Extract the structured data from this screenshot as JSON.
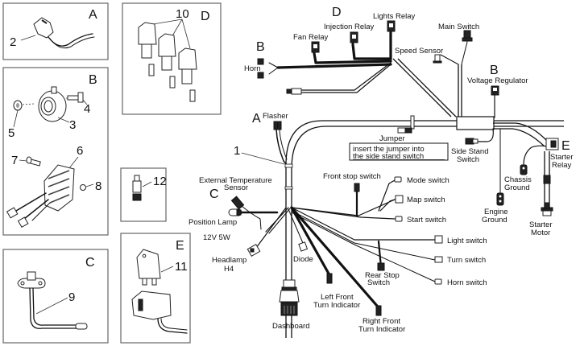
{
  "diagram": {
    "title": "Electrical wiring harness exploded view",
    "panels": [
      {
        "letter": "A",
        "callouts": [
          "2"
        ]
      },
      {
        "letter": "B",
        "callouts": [
          "3",
          "4",
          "5",
          "6",
          "7",
          "8"
        ]
      },
      {
        "letter": "C",
        "callouts": [
          "9"
        ]
      },
      {
        "letter": "D",
        "callouts": [
          "10"
        ]
      },
      {
        "letter": "",
        "callouts": [
          "12"
        ]
      },
      {
        "letter": "E",
        "callouts": [
          "11"
        ]
      }
    ],
    "harness_callout": "1",
    "group_letters": {
      "horn_group": "B",
      "relay_group": "D",
      "voltage_regulator_group": "B",
      "flasher_group": "A",
      "temp_sensor_group": "C",
      "starter_relay_group": "E"
    },
    "labels": {
      "horn": "Horn",
      "fan_relay": "Fan Relay",
      "injection_relay": "Injection Relay",
      "lights_relay": "Lights Relay",
      "main_switch": "Main Switch",
      "speed_sensor": "Speed Sensor",
      "voltage_regulator": "Voltage Regulator",
      "flasher": "Flasher",
      "jumper": "Jumper",
      "jumper_note_line1": "insert the jumper into",
      "jumper_note_line2": "the side stand switch",
      "side_stand_switch_line1": "Side Stand",
      "side_stand_switch_line2": "Switch",
      "starter_relay_line1": "Starter",
      "starter_relay_line2": "Relay",
      "chassis_ground_line1": "Chassis",
      "chassis_ground_line2": "Ground",
      "engine_ground_line1": "Engine",
      "engine_ground_line2": "Ground",
      "starter_motor_line1": "Starter",
      "starter_motor_line2": "Motor",
      "external_temp_line1": "External Temperature",
      "external_temp_line2": "Sensor",
      "position_lamp_line1": "Position Lamp",
      "position_lamp_line2": "12V 5W",
      "headlamp_line1": "Headlamp",
      "headlamp_line2": "H4",
      "diode": "Diode",
      "dashboard": "Dashboard",
      "front_stop_switch": "Front stop switch",
      "mode_switch": "Mode switch",
      "map_switch": "Map switch",
      "start_switch": "Start switch",
      "light_switch": "Light switch",
      "turn_switch": "Turn switch",
      "horn_switch": "Horn switch",
      "rear_stop_line1": "Rear Stop",
      "rear_stop_line2": "Switch",
      "left_front_line1": "Left Front",
      "left_front_line2": "Turn Indicator",
      "right_front_line1": "Right Front",
      "right_front_line2": "Turn Indicator"
    }
  }
}
